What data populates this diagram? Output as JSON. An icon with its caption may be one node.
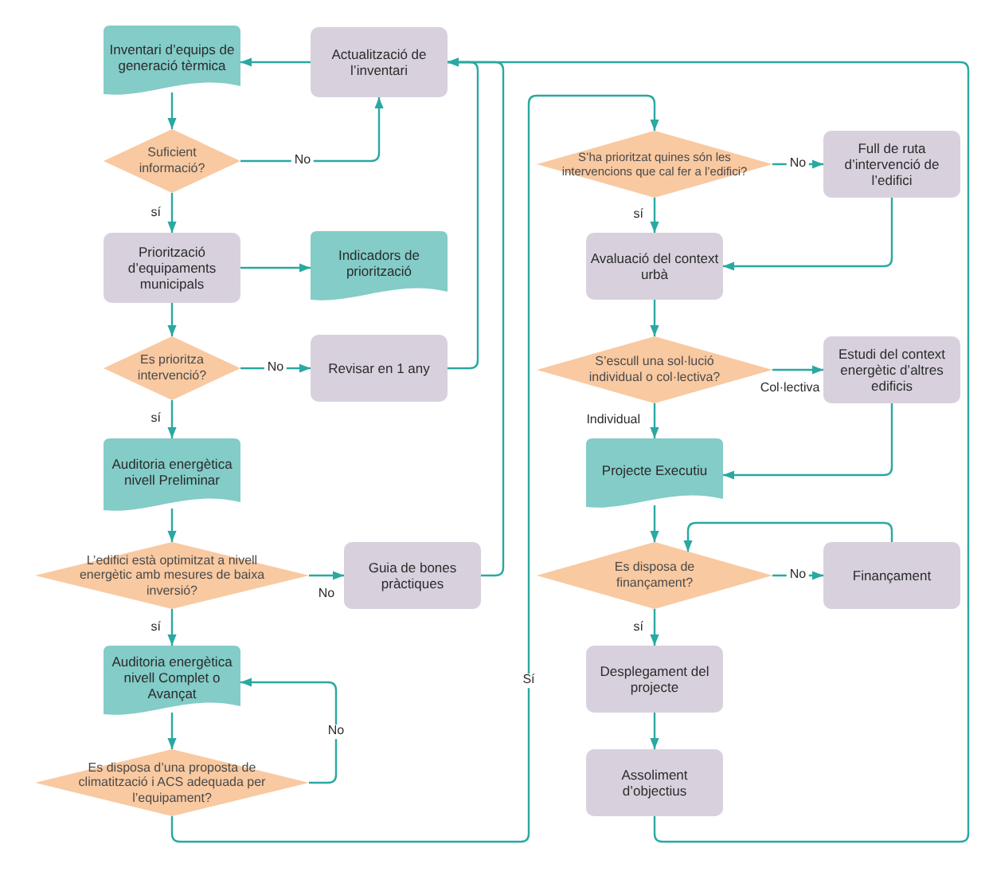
{
  "diagram": {
    "nodes": [
      {
        "text": [
          "Inventari d’equips de generació tèrmica"
        ]
      },
      {
        "text": [
          "Actualització de l’inventari"
        ]
      },
      {
        "text": [
          "Suficient informació?"
        ]
      },
      {
        "text": [
          "Priorització d’equipaments municipals"
        ]
      },
      {
        "text": [
          "Indicadors de priorització"
        ]
      },
      {
        "text": [
          "Es prioritza intervenció?"
        ]
      },
      {
        "text": [
          "Revisar en 1 any"
        ]
      },
      {
        "text": [
          "Auditoria energètica nivell Preliminar"
        ]
      },
      {
        "text": [
          "L’edifici està optimitzat a nivell energètic amb mesures de baixa inversió?"
        ]
      },
      {
        "text": [
          "Guia de bones pràctiques"
        ]
      },
      {
        "text": [
          "Auditoria energètica nivell Complet o Avançat"
        ]
      },
      {
        "text": [
          "Es disposa d’una proposta de climatització i ACS adequada per l’equipament?"
        ]
      },
      {
        "text": [
          "S’ha prioritzat quines són les intervencions que cal fer a l’edifici?"
        ]
      },
      {
        "text": [
          "Full de ruta d’intervenció de l’edifici"
        ]
      },
      {
        "text": [
          "Avaluació del context urbà"
        ]
      },
      {
        "text": [
          "S’escull una sol·lució individual o col·lectiva?"
        ]
      },
      {
        "text": [
          "Estudi del context energètic d’altres edificis"
        ]
      },
      {
        "text": [
          "Projecte Executiu"
        ]
      },
      {
        "text": [
          "Es disposa de finançament?"
        ]
      },
      {
        "text": [
          "Finançament"
        ]
      },
      {
        "text": [
          "Desplegament del projecte"
        ]
      },
      {
        "text": [
          "Assoliment d’objectius"
        ]
      }
    ],
    "edges": [
      {
        "from": 1,
        "to": 0,
        "arrow": "to"
      },
      {
        "from": 0,
        "to": 2,
        "arrow": "to"
      },
      {
        "from": 2,
        "to": 1,
        "arrow": "to",
        "label": "No"
      },
      {
        "from": 2,
        "to": 3,
        "arrow": "to",
        "label": "sí"
      },
      {
        "from": 3,
        "to": 4,
        "arrow": "to"
      },
      {
        "from": 3,
        "to": 5,
        "arrow": "to"
      },
      {
        "from": 5,
        "to": 6,
        "arrow": "to",
        "label": "No"
      },
      {
        "from": 5,
        "to": 7,
        "arrow": "to",
        "label": "sí"
      },
      {
        "from": 6,
        "to": 1,
        "arrow": "to"
      },
      {
        "from": 7,
        "to": 8,
        "arrow": "to"
      },
      {
        "from": 8,
        "to": 9,
        "arrow": "to",
        "label": "No"
      },
      {
        "from": 8,
        "to": 10,
        "arrow": "to",
        "label": "sí"
      },
      {
        "from": 9,
        "to": 1,
        "arrow": "to"
      },
      {
        "from": 10,
        "to": 11,
        "arrow": "to"
      },
      {
        "from": 11,
        "to": 10,
        "arrow": "to",
        "label": "No"
      },
      {
        "from": 11,
        "to": 12,
        "arrow": "to",
        "label": "Sí"
      },
      {
        "from": 12,
        "to": 13,
        "arrow": "to",
        "label": "No"
      },
      {
        "from": 12,
        "to": 14,
        "arrow": "to",
        "label": "sí"
      },
      {
        "from": 13,
        "to": 14,
        "arrow": "to"
      },
      {
        "from": 14,
        "to": 15,
        "arrow": "to"
      },
      {
        "from": 15,
        "to": 16,
        "arrow": "to",
        "label": "Col·lectiva"
      },
      {
        "from": 15,
        "to": 17,
        "arrow": "to",
        "label": "Individual"
      },
      {
        "from": 16,
        "to": 17,
        "arrow": "to"
      },
      {
        "from": 17,
        "to": 18,
        "arrow": "to"
      },
      {
        "from": 18,
        "to": 19,
        "arrow": "to",
        "label": "No"
      },
      {
        "from": 19,
        "to": 18,
        "arrow": "to"
      },
      {
        "from": 18,
        "to": 20,
        "arrow": "to",
        "label": "sí"
      },
      {
        "from": 20,
        "to": 21,
        "arrow": "to"
      },
      {
        "from": 21,
        "to": 1,
        "arrow": "to"
      }
    ]
  }
}
